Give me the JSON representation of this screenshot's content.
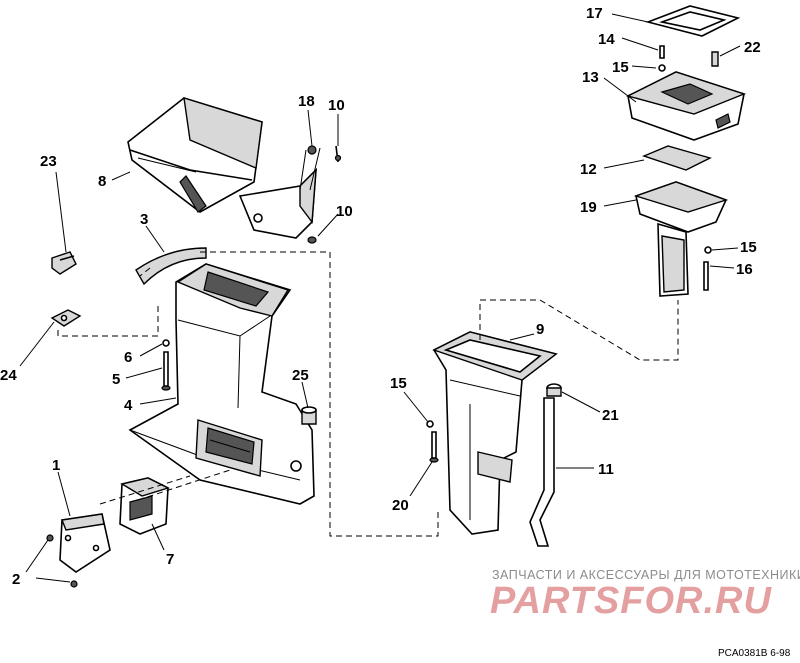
{
  "callouts": {
    "c1": "1",
    "c2": "2",
    "c3": "3",
    "c4": "4",
    "c5": "5",
    "c6": "6",
    "c7": "7",
    "c8": "8",
    "c9": "9",
    "c10a": "10",
    "c10b": "10",
    "c11": "11",
    "c12": "12",
    "c13": "13",
    "c14": "14",
    "c15a": "15",
    "c15b": "15",
    "c15c": "15",
    "c16": "16",
    "c17": "17",
    "c18": "18",
    "c19": "19",
    "c20": "20",
    "c21": "21",
    "c22": "22",
    "c23": "23",
    "c24": "24",
    "c25": "25"
  },
  "watermark": {
    "tagline": "ЗАПЧАСТИ И АКСЕССУАРЫ ДЛЯ МОТОТЕХНИКИ",
    "brand": "PARTSFOR.RU"
  },
  "figure_code": "PCA0381B   6-98",
  "colors": {
    "ink": "#000000",
    "watermark_text": "#8c8c8c",
    "watermark_brand": "#e4a0a0"
  }
}
